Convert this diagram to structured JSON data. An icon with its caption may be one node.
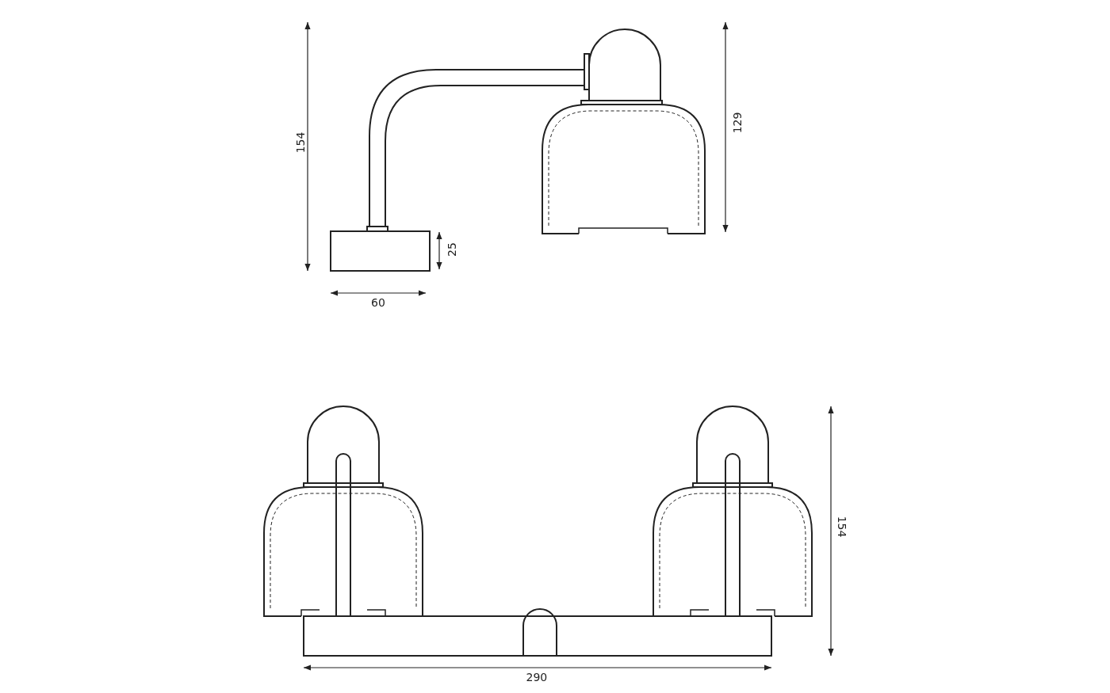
{
  "diagram": {
    "labels": [
      "154",
      "129",
      "25",
      "60",
      "154",
      "290"
    ]
  }
}
